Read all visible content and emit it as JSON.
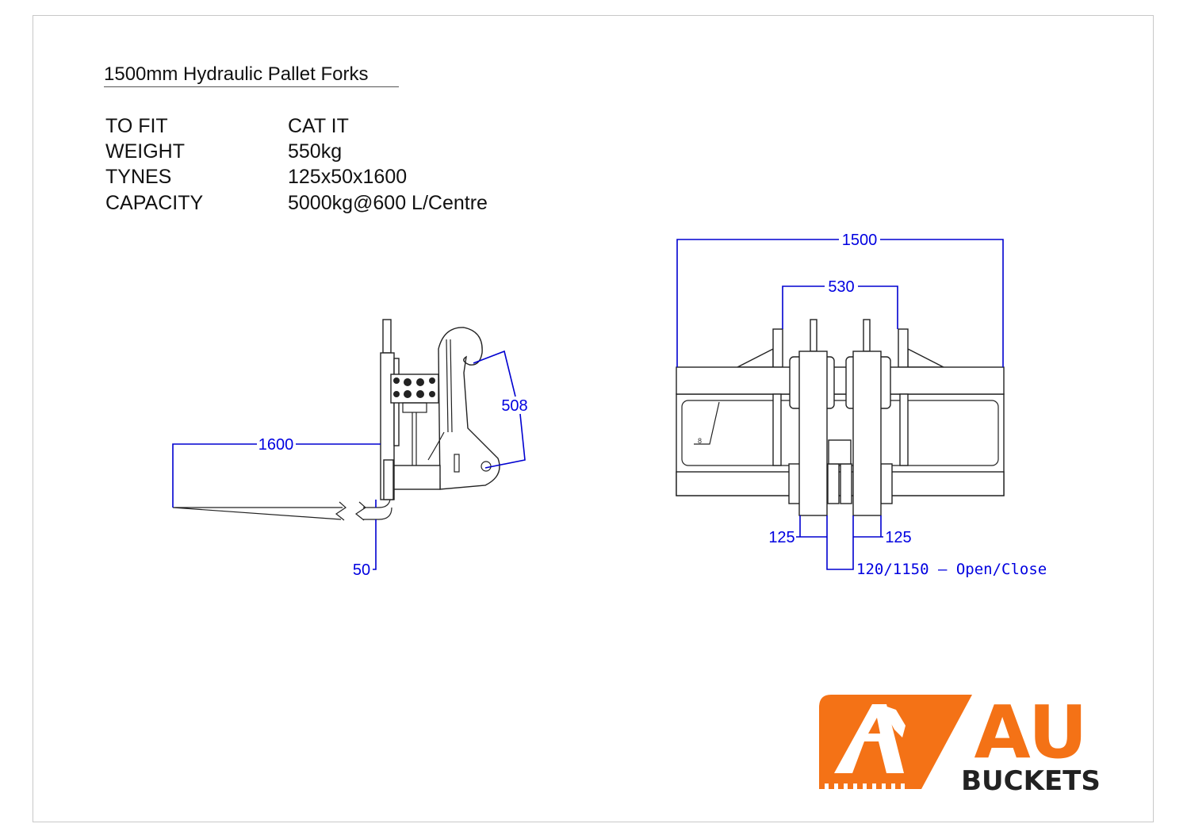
{
  "title": "1500mm Hydraulic Pallet Forks",
  "specs": [
    {
      "label": "TO FIT",
      "value": "CAT IT"
    },
    {
      "label": "WEIGHT",
      "value": "550kg"
    },
    {
      "label": "TYNES",
      "value": "125x50x1600"
    },
    {
      "label": "CAPACITY",
      "value": "5000kg@600 L/Centre"
    }
  ],
  "side_view": {
    "dims": {
      "tine_length": "1600",
      "hook_to_pin": "508",
      "tine_thickness": "50"
    }
  },
  "front_view": {
    "dims": {
      "overall_width": "1500",
      "mount_width": "530",
      "tine_width_left": "125",
      "tine_width_right": "125",
      "spread": "120/1150 — Open/Close",
      "note": "8"
    }
  },
  "logo": {
    "mark": "AU",
    "name": "BUCKETS",
    "colors": {
      "orange": "#F47216",
      "dark": "#222222"
    }
  }
}
